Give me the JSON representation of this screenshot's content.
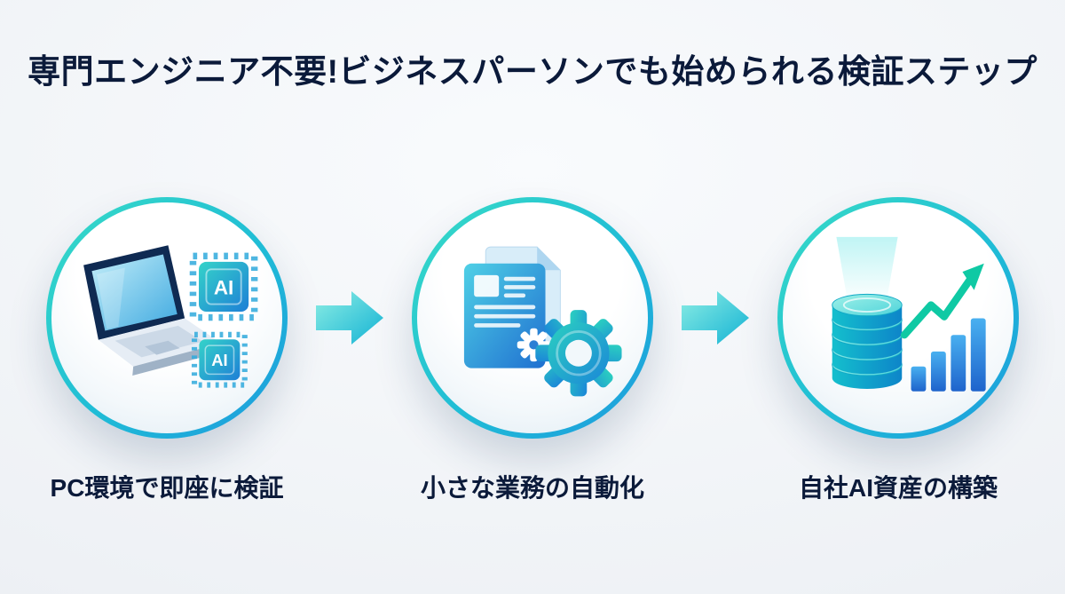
{
  "title": "専門エンジニア不要!ビジネスパーソンでも始められる検証ステップ",
  "steps": [
    {
      "label": "PC環境で即座に検証",
      "icon": "laptop-with-ai-chips"
    },
    {
      "label": "小さな業務の自動化",
      "icon": "documents-with-gear"
    },
    {
      "label": "自社AI資産の構築",
      "icon": "coin-stack-with-growth-chart"
    }
  ],
  "chip_label": "AI",
  "arrow_icon": "right-arrow",
  "colors": {
    "accent_teal": "#1cc5b7",
    "accent_cyan": "#1fb9d6",
    "accent_blue": "#1f6fd0",
    "title_text": "#0b1a3a",
    "label_text": "#0b1a3a",
    "background": "#eef1f5"
  }
}
